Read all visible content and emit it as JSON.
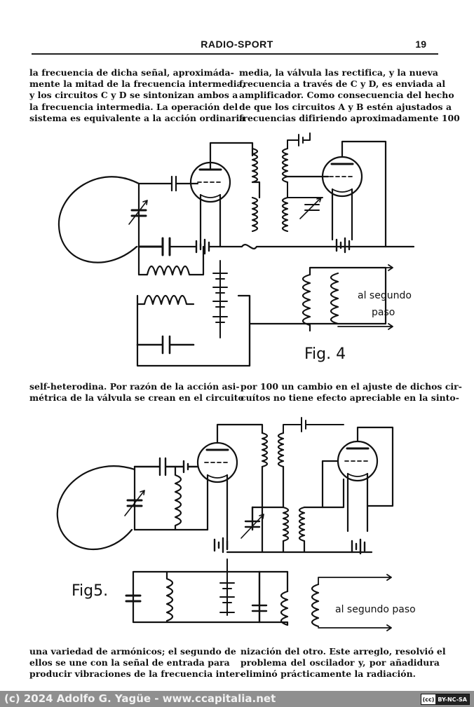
{
  "header": {
    "title": "RADIO-SPORT",
    "page_number": "19"
  },
  "text_blocks": {
    "top_left": [
      "la frecuencia de dicha señal, aproximáda-",
      "mente la mitad de la frecuencia intermedia,",
      "y los circuitos C y D se sintonizan ambos a",
      "la frecuencia intermedia. La operación del",
      "sistema es equivalente a la acción ordinaria"
    ],
    "top_right": [
      "media, la válvula las rectifica, y la nueva",
      "frecuencia a través de C y D, es enviada al",
      "amplificador. Como consecuencia del hecho",
      "de que los circuitos A y B estén ajustados a",
      "frecuencias difiriendo aproximadamente 100"
    ],
    "middle_left": [
      "self-heterodina. Por razón de la acción asi-",
      "métrica de la válvula se crean en el circuito"
    ],
    "middle_right": [
      "por 100 un cambio en el ajuste de dichos cir-",
      "cuítos no tiene efecto apreciable en la sinto-"
    ],
    "bottom_left": [
      "una variedad de armónicos; el segundo de",
      "ellos se une con la señal de entrada para",
      "producir vibraciones de la frecuencia inter-"
    ],
    "bottom_right": [
      "nización del otro. Este arreglo, resolvió el",
      "problema del oscilador y, por añadidura",
      "eliminó prácticamente la radiación."
    ]
  },
  "figures": {
    "fig4": {
      "caption": "Fig. 4",
      "output_label_line1": "al segundo",
      "output_label_line2": "paso"
    },
    "fig5": {
      "caption": "Fig5.",
      "output_label": "al segundo paso"
    }
  },
  "footer": {
    "copyright": "(c) 2024 Adolfo G. Yagüe - www.ccapitalia.net",
    "license_cc": "(cc)",
    "license_terms": "BY-NC-SA"
  },
  "colors": {
    "ink": "#111111",
    "paper": "#ffffff",
    "footer_bar": "#8f8f8f"
  }
}
